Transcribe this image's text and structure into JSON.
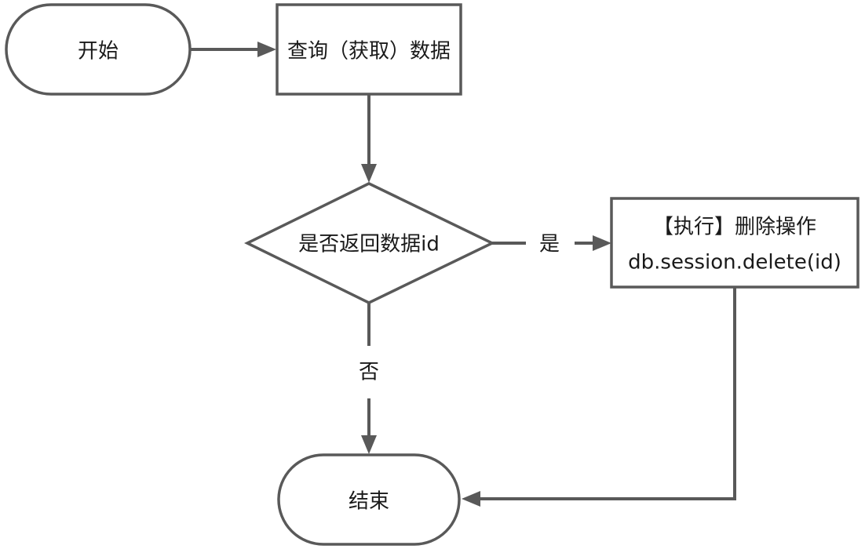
{
  "diagram": {
    "nodes": {
      "start": {
        "label": "开始"
      },
      "query": {
        "label": "查询（获取）数据"
      },
      "decision": {
        "label": "是否返回数据id"
      },
      "delete": {
        "label_line1": "【执行】删除操作",
        "label_line2": "db.session.delete(id)"
      },
      "end": {
        "label": "结束"
      }
    },
    "edges": {
      "yes_label": "是",
      "no_label": "否"
    },
    "colors": {
      "stroke": "#595959",
      "text": "#1a1a1a",
      "background": "#ffffff"
    }
  }
}
